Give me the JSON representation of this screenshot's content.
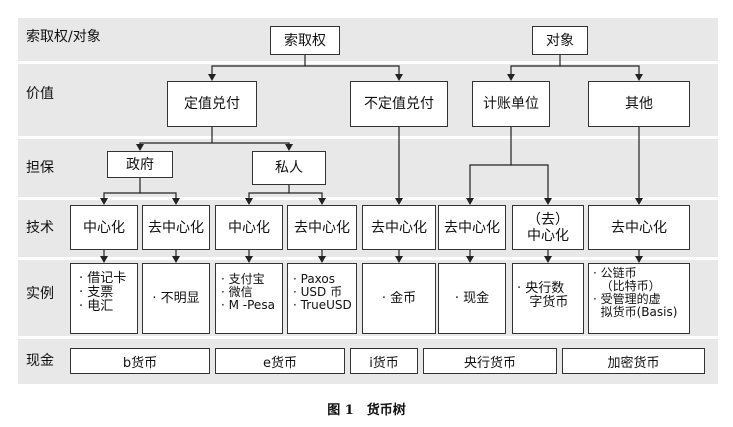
{
  "rows": {
    "claim_object": "索取权/对象",
    "value": "价值",
    "guarantee": "担保",
    "tech": "技术",
    "examples": "实例",
    "cash": "现金"
  },
  "nodes": {
    "claim": "索取权",
    "object": "对象",
    "fixed": "定值兑付",
    "variable": "不定值兑付",
    "unit": "计账单位",
    "other": "其他",
    "gov": "政府",
    "private": "私人",
    "t1": "中心化",
    "t2": "去中心化",
    "t3": "中心化",
    "t4": "去中心化",
    "t5": "去中心化",
    "t6": "去中心化",
    "t7": "（去）\n中心化",
    "t8": "去中心化"
  },
  "examples": {
    "e1": "· 借记卡\n· 支票\n· 电汇",
    "e2": "· 不明显",
    "e3": "· 支付宝\n· 微信\n· M -Pesa",
    "e4": "· Paxos\n· USD 币\n· TrueUSD",
    "e5": "· 金币",
    "e6": "· 现金",
    "e7": "· 央行数\n   字货币",
    "e8": "· 公链币\n  （比特币）\n· 受管理的虚\n  拟货币(Basis)"
  },
  "cash": {
    "b": "b货币",
    "e": "e货币",
    "i": "i货币",
    "cb": "央行货币",
    "crypto": "加密货币"
  },
  "caption": "图 1　货币树"
}
